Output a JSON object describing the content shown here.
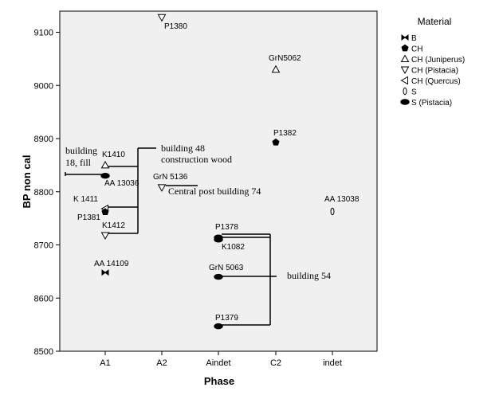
{
  "chart_data": {
    "type": "scatter",
    "xlabel": "Phase",
    "ylabel": "BP non cal",
    "categories": [
      "A1",
      "A2",
      "Aindet",
      "C2",
      "indet"
    ],
    "ylim": [
      8500,
      9150
    ],
    "yticks": [
      8500,
      8600,
      8700,
      8800,
      8900,
      9000,
      9100
    ],
    "legend": {
      "title": "Material",
      "placement": "right",
      "entries": [
        {
          "marker": "bowtie",
          "label": "B"
        },
        {
          "marker": "pentagon",
          "label": "CH"
        },
        {
          "marker": "triangle-up",
          "label": "CH (Juniperus)"
        },
        {
          "marker": "triangle-down",
          "label": "CH (Pistacia)"
        },
        {
          "marker": "triangle-left",
          "label": "CH (Quercus)"
        },
        {
          "marker": "ring",
          "label": "S"
        },
        {
          "marker": "ellipse",
          "label": "S (Pistacia)"
        }
      ]
    },
    "points": [
      {
        "x": "A1",
        "y": 8648,
        "marker": "bowtie",
        "label": "AA 14109"
      },
      {
        "x": "A1",
        "y": 8850,
        "marker": "triangle-up",
        "label": "K1410"
      },
      {
        "x": "A1",
        "y": 8830,
        "marker": "ellipse",
        "label": "AA 13036"
      },
      {
        "x": "A1",
        "y": 8768,
        "marker": "triangle-left",
        "label": "K 1411"
      },
      {
        "x": "A1",
        "y": 8762,
        "marker": "pentagon",
        "label": "P1381"
      },
      {
        "x": "A1",
        "y": 8718,
        "marker": "triangle-down",
        "label": "K1412"
      },
      {
        "x": "A2",
        "y": 9128,
        "marker": "triangle-down",
        "label": "P1380"
      },
      {
        "x": "A2",
        "y": 8808,
        "marker": "triangle-down",
        "label": "GrN 5136"
      },
      {
        "x": "Aindet",
        "y": 8714,
        "marker": "ellipse",
        "label": "P1378"
      },
      {
        "x": "Aindet",
        "y": 8710,
        "marker": "ellipse",
        "label": "K1082"
      },
      {
        "x": "Aindet",
        "y": 8640,
        "marker": "ellipse",
        "label": "GrN 5063"
      },
      {
        "x": "Aindet",
        "y": 8547,
        "marker": "ellipse",
        "label": "P1379"
      },
      {
        "x": "C2",
        "y": 9030,
        "marker": "triangle-up",
        "label": "GrN5062"
      },
      {
        "x": "C2",
        "y": 8893,
        "marker": "pentagon",
        "label": "P1382"
      },
      {
        "x": "indet",
        "y": 8763,
        "marker": "ring",
        "label": "AA 13038"
      }
    ],
    "annotations": [
      {
        "text": "building 18, fill"
      },
      {
        "text": "building 48 construction wood"
      },
      {
        "text": "Central post building 74"
      },
      {
        "text": "building 54"
      }
    ]
  }
}
